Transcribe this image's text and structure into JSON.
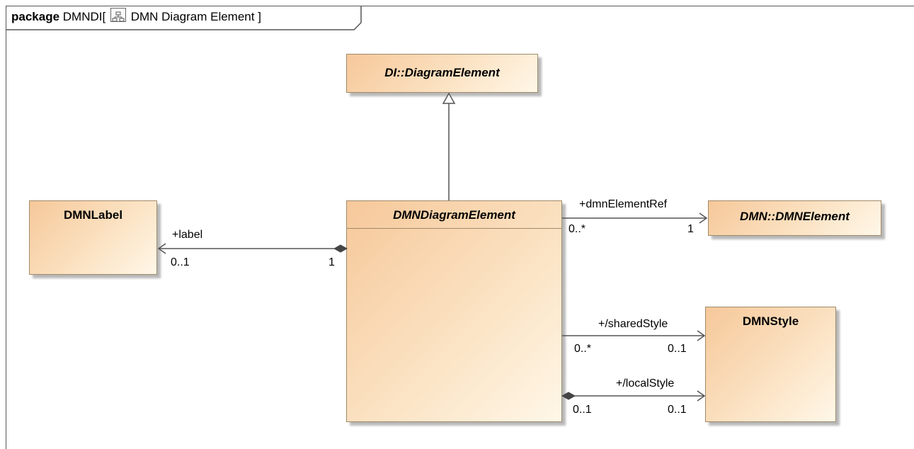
{
  "package": {
    "keyword": "package",
    "name": "DMNDI",
    "open_bracket": "[",
    "diagram_title": "DMN Diagram Element",
    "close_bracket": "]",
    "diagram_icon": "class-diagram-icon"
  },
  "classes": {
    "diagram_element": {
      "name": "DI::DiagramElement",
      "abstract": true
    },
    "dmn_label": {
      "name": "DMNLabel",
      "abstract": false
    },
    "dmn_diagram_element": {
      "name": "DMNDiagramElement",
      "abstract": true
    },
    "dmn_element": {
      "name": "DMN::DMNElement",
      "abstract": true
    },
    "dmn_style": {
      "name": "DMNStyle",
      "abstract": false
    }
  },
  "associations": {
    "label": {
      "role": "+label",
      "target_multiplicity": "0..1",
      "source_multiplicity": "1"
    },
    "dmn_element_ref": {
      "role": "+dmnElementRef",
      "source_multiplicity": "0..*",
      "target_multiplicity": "1"
    },
    "shared_style": {
      "role": "+/sharedStyle",
      "source_multiplicity": "0..*",
      "target_multiplicity": "0..1"
    },
    "local_style": {
      "role": "+/localStyle",
      "source_multiplicity": "0..1",
      "target_multiplicity": "0..1"
    }
  },
  "colors": {
    "class_fill_start": "#f6c89a",
    "class_fill_end": "#fff7e8",
    "class_border": "#a08a6a",
    "line": "#555555"
  }
}
